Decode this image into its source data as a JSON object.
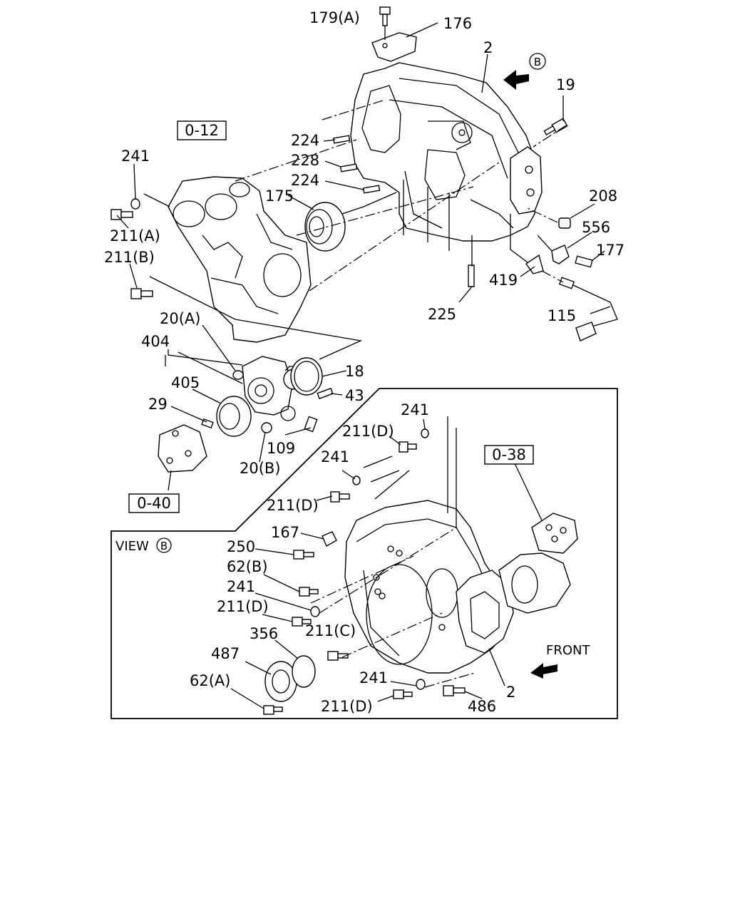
{
  "diagram": {
    "view_label": "VIEW",
    "view_marker": "B",
    "front_label": "FRONT",
    "ref_boxes": {
      "r012": "0-12",
      "r038": "0-38",
      "r040": "0-40"
    },
    "callouts": {
      "c179a": "179(A)",
      "c176": "176",
      "c2_top": "2",
      "c19": "19",
      "c224_a": "224",
      "c228": "228",
      "c224_b": "224",
      "c241_a": "241",
      "c175": "175",
      "c208": "208",
      "c556": "556",
      "c177": "177",
      "c211a": "211(A)",
      "c211b": "211(B)",
      "c419": "419",
      "c225": "225",
      "c115": "115",
      "c20a": "20(A)",
      "c404": "404",
      "c18": "18",
      "c405": "405",
      "c43": "43",
      "c29": "29",
      "c109": "109",
      "c20b": "20(B)",
      "c241_b": "241",
      "c211d_a": "211(D)",
      "c241_c": "241",
      "c211d_b": "211(D)",
      "c167": "167",
      "c250": "250",
      "c62b": "62(B)",
      "c241_d": "241",
      "c211d_c": "211(D)",
      "c356": "356",
      "c211c": "211(C)",
      "c487": "487",
      "c62a": "62(A)",
      "c241_e": "241",
      "c211d_d": "211(D)",
      "c486": "486",
      "c2_bottom": "2"
    }
  }
}
